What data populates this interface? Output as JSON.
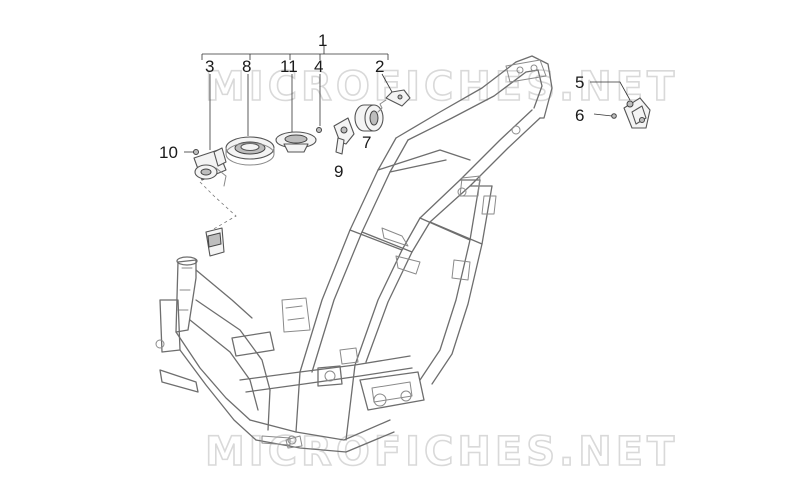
{
  "watermark": {
    "top_text": "MICROFICHES.NET",
    "bottom_text": "MICROFICHES.NET"
  },
  "callouts": [
    {
      "id": "c1",
      "label": "1"
    },
    {
      "id": "c2",
      "label": "2"
    },
    {
      "id": "c3",
      "label": "3"
    },
    {
      "id": "c4",
      "label": "4"
    },
    {
      "id": "c5",
      "label": "5"
    },
    {
      "id": "c6",
      "label": "6"
    },
    {
      "id": "c7",
      "label": "7"
    },
    {
      "id": "c8",
      "label": "8"
    },
    {
      "id": "c9",
      "label": "9"
    },
    {
      "id": "c10",
      "label": "10"
    },
    {
      "id": "c11",
      "label": "11"
    }
  ],
  "colors": {
    "line": "#6e6e6e",
    "watermark": "#d9d9d9",
    "text": "#1a1a1a"
  }
}
